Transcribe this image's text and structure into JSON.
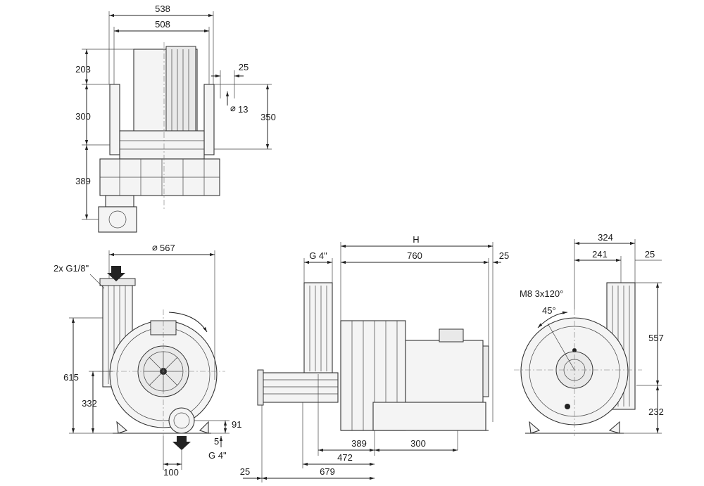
{
  "dimensions": {
    "top_view": {
      "overall_width": "538",
      "frame_width": "508",
      "motor_top": "203",
      "motor_height": "300",
      "blower_height": "389",
      "hole_offset": "25",
      "hole_diameter": "13",
      "hole_spacing": "350"
    },
    "front_view": {
      "diameter": "567",
      "ports": "2x G1/8\"",
      "total_height": "615",
      "center_height": "332",
      "outlet_height": "91",
      "outlet_offset": "5",
      "outlet_thread": "G 4\"",
      "outlet_width": "100"
    },
    "side_view": {
      "inlet_thread": "G 4\"",
      "overall_length": "H",
      "motor_length": "760",
      "end_offset": "25",
      "foot_to_inlet": "389",
      "foot_spacing": "300",
      "inlet_center": "472",
      "inlet_end": "679",
      "bottom_offset": "25"
    },
    "rear_view": {
      "width": "324",
      "flange_offset": "241",
      "top_offset": "25",
      "thread": "M8 3x120°",
      "angle": "45°",
      "upper_height": "557",
      "lower_height": "232"
    }
  }
}
